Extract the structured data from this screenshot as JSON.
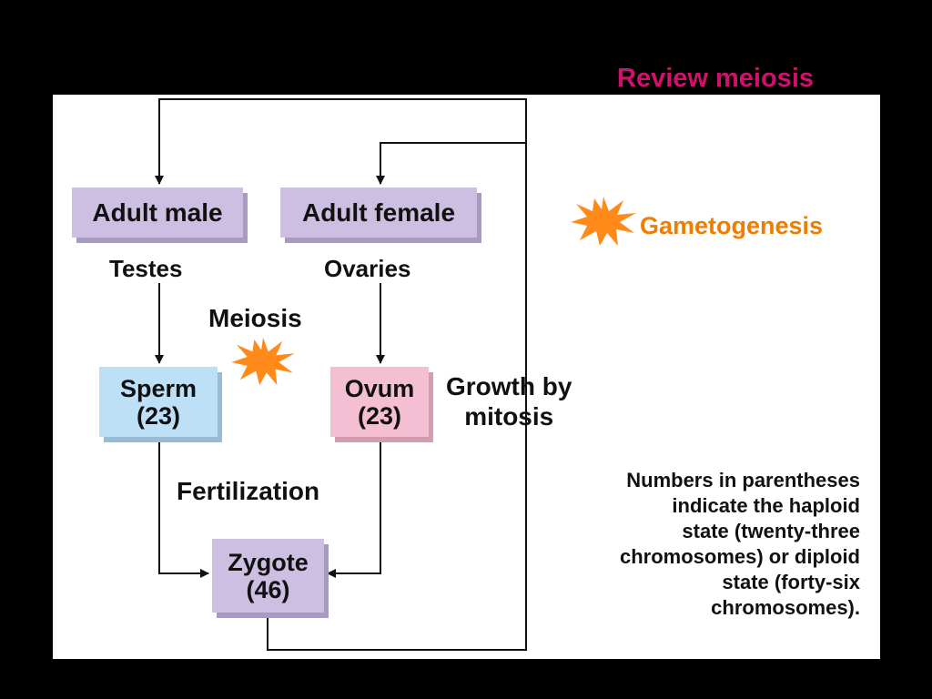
{
  "slide": {
    "title": "Review meiosis",
    "callout": "Gametogenesis"
  },
  "diagram": {
    "nodes": {
      "adult_male": "Adult male",
      "adult_female": "Adult female",
      "sperm": {
        "name": "Sperm",
        "count": "(23)"
      },
      "ovum": {
        "name": "Ovum",
        "count": "(23)"
      },
      "zygote": {
        "name": "Zygote",
        "count": "(46)"
      }
    },
    "labels": {
      "testes": "Testes",
      "ovaries": "Ovaries",
      "meiosis": "Meiosis",
      "fertilization": "Fertilization",
      "growth_line1": "Growth by",
      "growth_line2": "mitosis"
    },
    "note_lines": [
      "Numbers in parentheses",
      "indicate the haploid",
      "state (twenty-three",
      "chromosomes) or diploid",
      "state (forty-six",
      "chromosomes)."
    ]
  },
  "colors": {
    "title": "#d0106a",
    "callout": "#f07c00",
    "burst": "#ff8a1a",
    "adult_box": "#cdbfe2",
    "sperm_box": "#bde0f6",
    "ovum_box": "#f4bfd3",
    "zygote_box": "#cdbfe2"
  },
  "icons": [
    "starburst-icon"
  ]
}
